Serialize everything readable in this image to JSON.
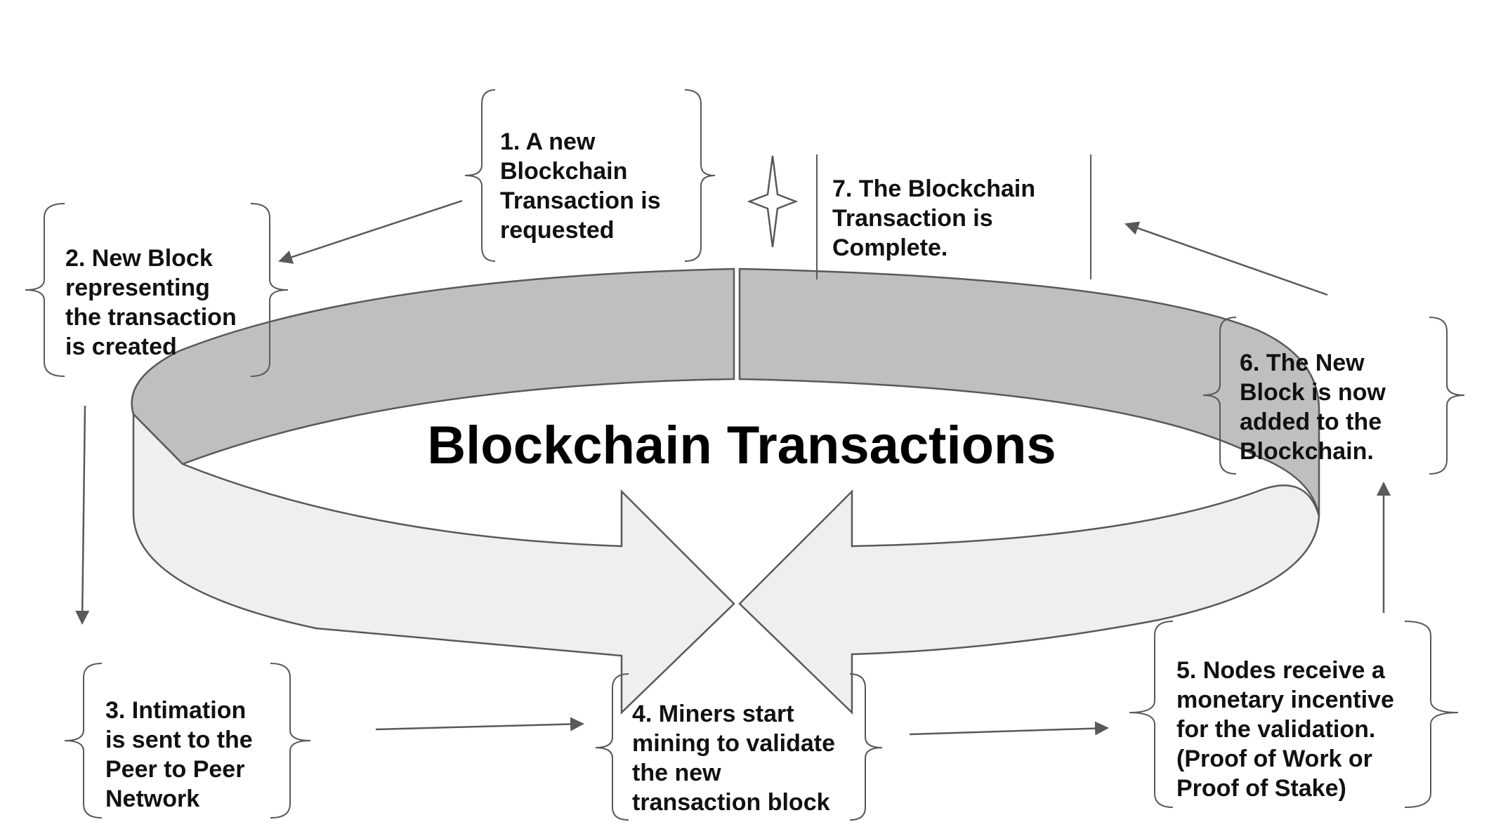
{
  "title": "Blockchain Transactions",
  "steps": [
    {
      "id": "step-1",
      "lines": [
        "1. A new",
        "Blockchain",
        "Transaction is",
        "requested"
      ]
    },
    {
      "id": "step-2",
      "lines": [
        "2. New Block",
        "representing",
        "the transaction",
        "is created"
      ]
    },
    {
      "id": "step-3",
      "lines": [
        "3. Intimation",
        "is sent to the",
        "Peer to Peer",
        "Network"
      ]
    },
    {
      "id": "step-4",
      "lines": [
        "4. Miners start",
        "mining to validate",
        "the new",
        "transaction block"
      ]
    },
    {
      "id": "step-5",
      "lines": [
        "5. Nodes receive a",
        "monetary incentive",
        "for the validation.",
        "(Proof of Work or",
        "Proof of Stake)"
      ]
    },
    {
      "id": "step-6",
      "lines": [
        "6. The New",
        "Block is now",
        "added to the",
        "Blockchain."
      ]
    },
    {
      "id": "step-7",
      "lines": [
        "7. The Blockchain",
        "Transaction is",
        "Complete."
      ]
    }
  ],
  "colors": {
    "band_top": "#bfbfbf",
    "band_front": "#efefef",
    "stroke": "#595959",
    "text": "#111111"
  },
  "icons": {
    "sparkle": "four-point-star-icon"
  }
}
